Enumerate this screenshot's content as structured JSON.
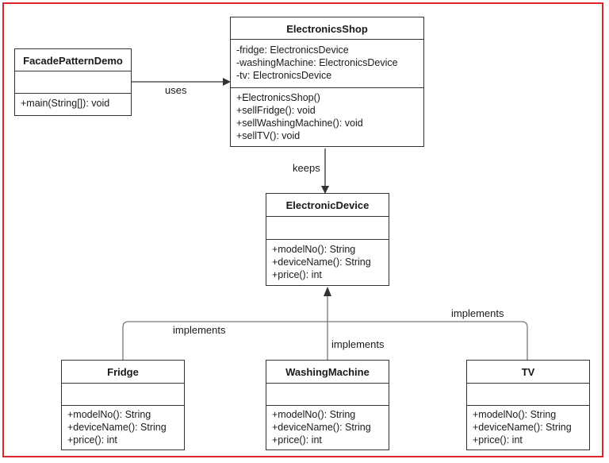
{
  "classes": {
    "facade_demo": {
      "name": "FacadePatternDemo",
      "attributes": [],
      "methods": [
        "+main(String[]): void"
      ]
    },
    "shop": {
      "name": "ElectronicsShop",
      "attributes": [
        "-fridge: ElectronicsDevice",
        "-washingMachine: ElectronicsDevice",
        "-tv: ElectronicsDevice"
      ],
      "methods": [
        "+ElectronicsShop()",
        "+sellFridge(): void",
        "+sellWashingMachine(): void",
        "+sellTV(): void"
      ]
    },
    "device": {
      "name": "ElectronicDevice",
      "attributes": [],
      "methods": [
        "+modelNo(): String",
        "+deviceName(): String",
        "+price(): int"
      ]
    },
    "fridge": {
      "name": "Fridge",
      "attributes": [],
      "methods": [
        "+modelNo(): String",
        "+deviceName(): String",
        "+price(): int"
      ]
    },
    "washing": {
      "name": "WashingMachine",
      "attributes": [],
      "methods": [
        "+modelNo(): String",
        "+deviceName(): String",
        "+price(): int"
      ]
    },
    "tv": {
      "name": "TV",
      "attributes": [],
      "methods": [
        "+modelNo(): String",
        "+deviceName(): String",
        "+price(): int"
      ]
    }
  },
  "relations": {
    "uses": "uses",
    "keeps": "keeps",
    "implements_fridge": "implements",
    "implements_washing": "implements",
    "implements_tv": "implements"
  },
  "colors": {
    "frame": "#e0242c",
    "line": "#333333"
  }
}
